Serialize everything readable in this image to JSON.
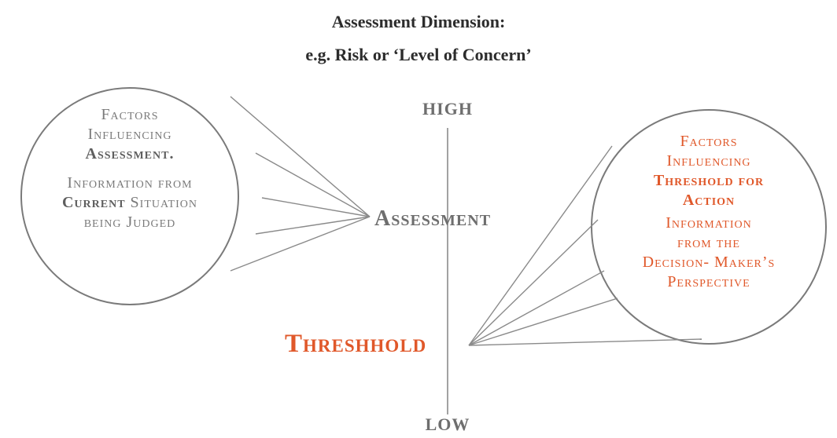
{
  "header": {
    "line1": "Assessment Dimension:",
    "line2": "e.g. Risk or ‘Level of Concern’"
  },
  "scale": {
    "high": "HIGH",
    "low": "LOW"
  },
  "markers": {
    "assessment": "Assessment",
    "threshold": "Threshhold"
  },
  "left_bubble": {
    "l1": "Factors",
    "l2": "Influencing",
    "l3": "Assessment.",
    "l4": "Information from",
    "l5a": "Current",
    "l5b": " Situation",
    "l6": "being Judged"
  },
  "right_bubble": {
    "l1": "Factors",
    "l2": "Influencing",
    "l3": "Threshold for",
    "l4": "Action",
    "l5": "Information",
    "l6": "from the",
    "l7": "Decision- Maker’s",
    "l8": "Perspective"
  },
  "colors": {
    "grey_text": "#7a7a7a",
    "orange": "#e0582a",
    "line": "#8a8a8a",
    "title": "#2c2c2c"
  }
}
